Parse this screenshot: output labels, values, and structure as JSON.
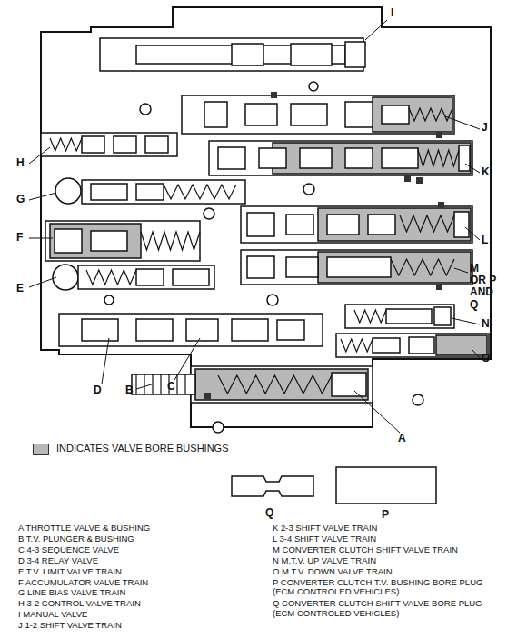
{
  "diagram": {
    "labels": [
      "I",
      "J",
      "K",
      "L",
      "M OR P AND Q",
      "N",
      "O",
      "A",
      "B",
      "C",
      "D",
      "E",
      "F",
      "G",
      "H",
      "Q",
      "P",
      "A THROTTLE VALVE & BUSHING",
      "B T.V. PLUNGER & BUSHING",
      "C 4-3 SEQUENCE VALVE",
      "D 3-4 RELAY VALVE",
      "E T.V. LIMIT VALVE TRAIN",
      "F ACCUMULATOR VALVE TRAIN",
      "G LINE BIAS VALVE TRAIN",
      "H 3-2 CONTROL VALVE TRAIN",
      "I MANUAL VALVE",
      "J 1-2 SHIFT VALVE TRAIN",
      "K 2-3 SHIFT VALVE TRAIN",
      "L 3-4 SHIFT VALVE TRAIN",
      "M CONVERTER CLUTCH SHIFT VALVE TRAIN",
      "N M.T.V. UP VALVE TRAIN",
      "O M.T.V. DOWN VALVE TRAIN",
      "P CONVERTER CLUTCH T.V. BUSHING BORE PLUG (ECM CONTROLED VEHICLES)",
      "Q CONVERTER CLUTCH SHIFT VALVE BORE PLUG (ECM CONTROLED VEHICLES)"
    ],
    "legend": [
      {
        "text": "INDICATES VALVE BORE BUSHINGS",
        "color": "#b8b8b8"
      }
    ]
  }
}
